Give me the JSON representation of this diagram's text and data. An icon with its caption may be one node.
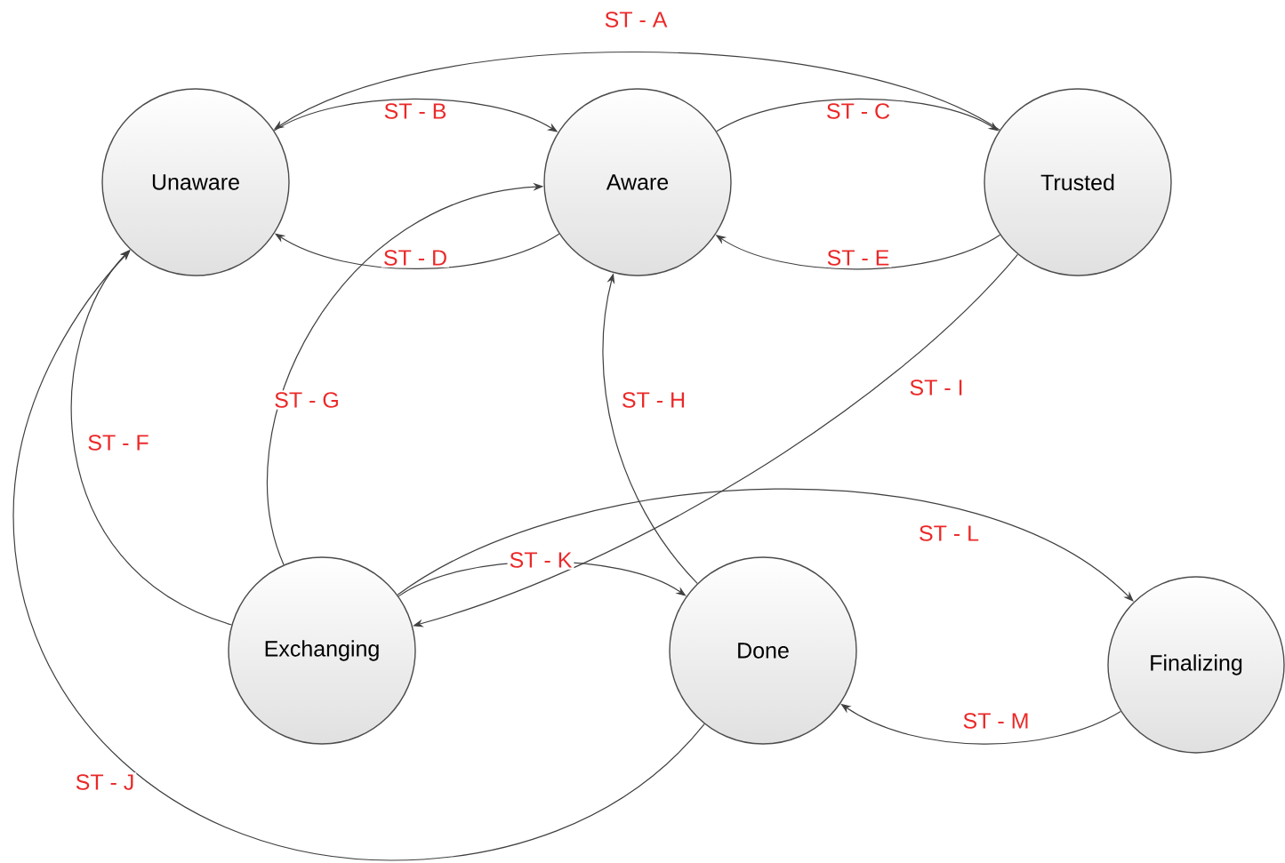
{
  "diagram": {
    "nodes": [
      {
        "text": [
          "Unaware"
        ]
      },
      {
        "text": [
          "Aware"
        ]
      },
      {
        "text": [
          "Trusted"
        ]
      },
      {
        "text": [
          "Exchanging"
        ]
      },
      {
        "text": [
          "Done"
        ]
      },
      {
        "text": [
          "Finalizing"
        ]
      }
    ],
    "edges": [
      {
        "from": 2,
        "to": 0,
        "arrow": "to",
        "label": "ST - A"
      },
      {
        "from": 0,
        "to": 1,
        "arrow": "to",
        "label": "ST - B"
      },
      {
        "from": 1,
        "to": 2,
        "arrow": "to",
        "label": "ST - C"
      },
      {
        "from": 1,
        "to": 0,
        "arrow": "to",
        "label": "ST - D"
      },
      {
        "from": 2,
        "to": 1,
        "arrow": "to",
        "label": "ST - E"
      },
      {
        "from": 3,
        "to": 0,
        "arrow": "to",
        "label": "ST - F"
      },
      {
        "from": 3,
        "to": 1,
        "arrow": "to",
        "label": "ST - G"
      },
      {
        "from": 4,
        "to": 1,
        "arrow": "to",
        "label": "ST - H"
      },
      {
        "from": 2,
        "to": 3,
        "arrow": "to",
        "label": "ST - I"
      },
      {
        "from": 4,
        "to": 0,
        "arrow": "to",
        "label": "ST - J"
      },
      {
        "from": 3,
        "to": 4,
        "arrow": "to",
        "label": "ST - K"
      },
      {
        "from": 3,
        "to": 5,
        "arrow": "to",
        "label": "ST - L"
      },
      {
        "from": 5,
        "to": 4,
        "arrow": "to",
        "label": "ST - M"
      }
    ]
  }
}
